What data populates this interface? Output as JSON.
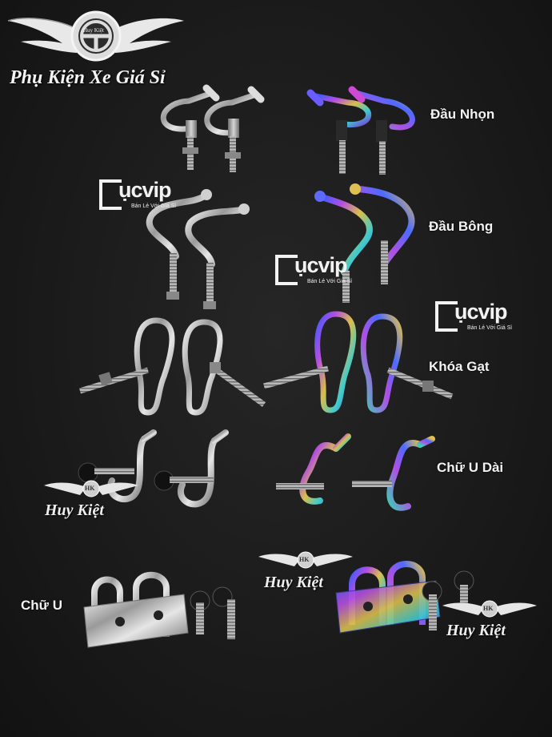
{
  "brand": {
    "title": "Phụ Kiện Xe Giá Sỉ",
    "logo_icon": "winged-steering-wheel-icon",
    "logo_badge": "Huy Kiệt"
  },
  "labels": {
    "dau_nhon": "Đầu Nhọn",
    "dau_bong": "Đầu Bông",
    "khoa_gat": "Khóa Gạt",
    "chu_u_dai": "Chữ U Dài",
    "chu_u": "Chữ U"
  },
  "watermarks": {
    "cucvip_word": "ụcvip",
    "cucvip_sub": "Bán Lẻ Với Giá Sỉ",
    "huykiet_text": "Huy Kiệt",
    "huykiet_badge": "HK"
  },
  "colors": {
    "background": "#161616",
    "text": "#f2f2f2",
    "chrome": "#c9c9c9",
    "titanium_blue": "#4a6cff",
    "titanium_purple": "#a24bd8",
    "titanium_gold": "#d8b84a"
  }
}
